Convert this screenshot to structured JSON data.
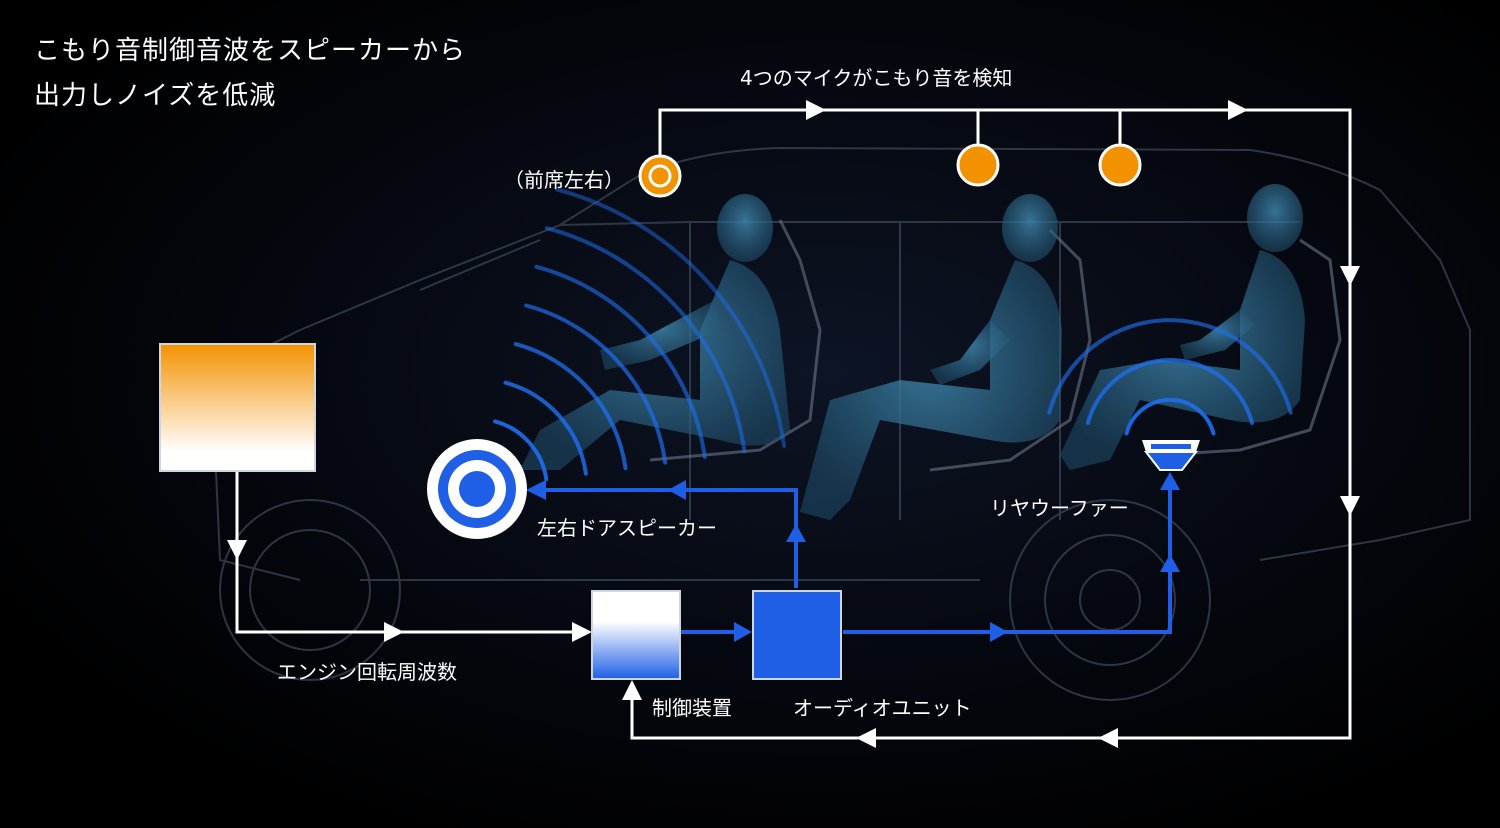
{
  "title": {
    "line1": "こもり音制御音波をスピーカーから",
    "line2": "出力しノイズを低減"
  },
  "labels": {
    "mics": "4つのマイクがこもり音を検知",
    "front_mic": "（前席左右）",
    "door_speakers": "左右ドアスピーカー",
    "subwoofer": "リヤウーファー",
    "engine": "エンジン回転周波数",
    "controller": "制御装置",
    "audio_unit": "オーディオユニット"
  },
  "colors": {
    "mic": "#f39200",
    "signal": "#1e5fe6",
    "path": "#ffffff"
  }
}
